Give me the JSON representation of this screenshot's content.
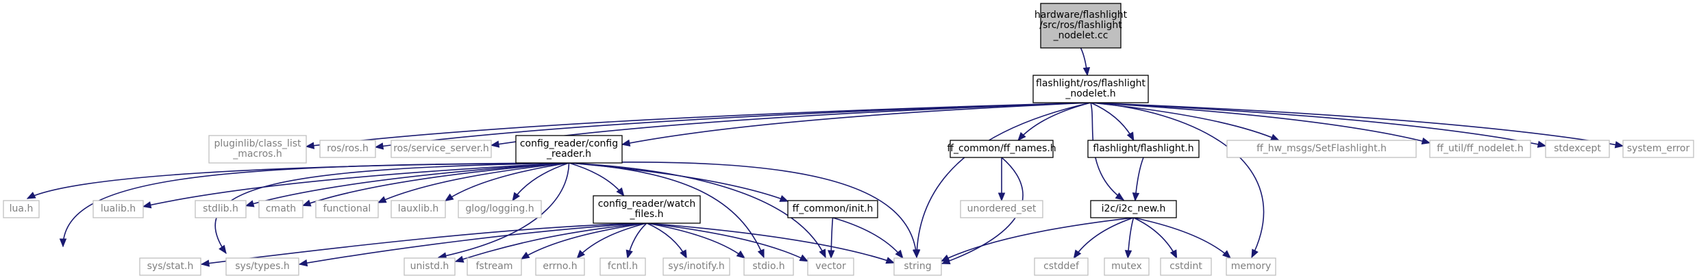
{
  "graph": {
    "nodes": [
      {
        "id": "root",
        "lines": [
          "hardware/flashlight",
          "/src/ros/flashlight",
          "_nodelet.cc"
        ],
        "kind": "root"
      },
      {
        "id": "nodelet_h",
        "lines": [
          "flashlight/ros/flashlight",
          "_nodelet.h"
        ],
        "kind": "primary"
      },
      {
        "id": "pluginlib",
        "lines": [
          "pluginlib/class_list",
          "_macros.h"
        ],
        "kind": "system"
      },
      {
        "id": "ros_h",
        "lines": [
          "ros/ros.h"
        ],
        "kind": "system"
      },
      {
        "id": "service_server",
        "lines": [
          "ros/service_server.h"
        ],
        "kind": "system"
      },
      {
        "id": "config_reader",
        "lines": [
          "config_reader/config",
          "_reader.h"
        ],
        "kind": "primary"
      },
      {
        "id": "ff_names",
        "lines": [
          "ff_common/ff_names.h"
        ],
        "kind": "primary"
      },
      {
        "id": "flashlight_h",
        "lines": [
          "flashlight/flashlight.h"
        ],
        "kind": "primary"
      },
      {
        "id": "set_flashlight",
        "lines": [
          "ff_hw_msgs/SetFlashlight.h"
        ],
        "kind": "system"
      },
      {
        "id": "ff_nodelet",
        "lines": [
          "ff_util/ff_nodelet.h"
        ],
        "kind": "system"
      },
      {
        "id": "stdexcept",
        "lines": [
          "stdexcept"
        ],
        "kind": "system"
      },
      {
        "id": "system_error",
        "lines": [
          "system_error"
        ],
        "kind": "system"
      },
      {
        "id": "lua_h",
        "lines": [
          "lua.h"
        ],
        "kind": "system"
      },
      {
        "id": "lualib_h",
        "lines": [
          "lualib.h"
        ],
        "kind": "system"
      },
      {
        "id": "stdlib_h",
        "lines": [
          "stdlib.h"
        ],
        "kind": "system"
      },
      {
        "id": "cmath",
        "lines": [
          "cmath"
        ],
        "kind": "system"
      },
      {
        "id": "functional",
        "lines": [
          "functional"
        ],
        "kind": "system"
      },
      {
        "id": "lauxlib_h",
        "lines": [
          "lauxlib.h"
        ],
        "kind": "system"
      },
      {
        "id": "glog",
        "lines": [
          "glog/logging.h"
        ],
        "kind": "system"
      },
      {
        "id": "watch_files",
        "lines": [
          "config_reader/watch",
          "_files.h"
        ],
        "kind": "primary"
      },
      {
        "id": "init_h",
        "lines": [
          "ff_common/init.h"
        ],
        "kind": "primary"
      },
      {
        "id": "unordered_set",
        "lines": [
          "unordered_set"
        ],
        "kind": "system"
      },
      {
        "id": "i2c_new",
        "lines": [
          "i2c/i2c_new.h"
        ],
        "kind": "primary"
      },
      {
        "id": "sys_stat",
        "lines": [
          "sys/stat.h"
        ],
        "kind": "system"
      },
      {
        "id": "sys_types",
        "lines": [
          "sys/types.h"
        ],
        "kind": "system"
      },
      {
        "id": "unistd_h",
        "lines": [
          "unistd.h"
        ],
        "kind": "system"
      },
      {
        "id": "fstream",
        "lines": [
          "fstream"
        ],
        "kind": "system"
      },
      {
        "id": "errno_h",
        "lines": [
          "errno.h"
        ],
        "kind": "system"
      },
      {
        "id": "fcntl_h",
        "lines": [
          "fcntl.h"
        ],
        "kind": "system"
      },
      {
        "id": "sys_inotify",
        "lines": [
          "sys/inotify.h"
        ],
        "kind": "system"
      },
      {
        "id": "stdio_h",
        "lines": [
          "stdio.h"
        ],
        "kind": "system"
      },
      {
        "id": "vector",
        "lines": [
          "vector"
        ],
        "kind": "system"
      },
      {
        "id": "string",
        "lines": [
          "string"
        ],
        "kind": "system"
      },
      {
        "id": "cstddef",
        "lines": [
          "cstddef"
        ],
        "kind": "system"
      },
      {
        "id": "mutex",
        "lines": [
          "mutex"
        ],
        "kind": "system"
      },
      {
        "id": "cstdint",
        "lines": [
          "cstdint"
        ],
        "kind": "system"
      },
      {
        "id": "memory",
        "lines": [
          "memory"
        ],
        "kind": "system"
      }
    ],
    "edges": [
      [
        "root",
        "nodelet_h"
      ],
      [
        "nodelet_h",
        "pluginlib"
      ],
      [
        "nodelet_h",
        "ros_h"
      ],
      [
        "nodelet_h",
        "service_server"
      ],
      [
        "nodelet_h",
        "config_reader"
      ],
      [
        "nodelet_h",
        "ff_names"
      ],
      [
        "nodelet_h",
        "flashlight_h"
      ],
      [
        "nodelet_h",
        "set_flashlight"
      ],
      [
        "nodelet_h",
        "ff_nodelet"
      ],
      [
        "nodelet_h",
        "stdexcept"
      ],
      [
        "nodelet_h",
        "system_error"
      ],
      [
        "nodelet_h",
        "string"
      ],
      [
        "nodelet_h",
        "i2c_new"
      ],
      [
        "nodelet_h",
        "memory"
      ],
      [
        "config_reader",
        "lua_h"
      ],
      [
        "config_reader",
        "lualib_h"
      ],
      [
        "config_reader",
        "stdlib_h"
      ],
      [
        "config_reader",
        "cmath"
      ],
      [
        "config_reader",
        "functional"
      ],
      [
        "config_reader",
        "lauxlib_h"
      ],
      [
        "config_reader",
        "glog"
      ],
      [
        "config_reader",
        "watch_files"
      ],
      [
        "config_reader",
        "init_h"
      ],
      [
        "config_reader",
        "string"
      ],
      [
        "config_reader",
        "sys_stat"
      ],
      [
        "config_reader",
        "sys_types"
      ],
      [
        "config_reader",
        "unistd_h"
      ],
      [
        "config_reader",
        "stdio_h"
      ],
      [
        "config_reader",
        "vector"
      ],
      [
        "ff_names",
        "unordered_set"
      ],
      [
        "ff_names",
        "string"
      ],
      [
        "flashlight_h",
        "i2c_new"
      ],
      [
        "watch_files",
        "sys_stat"
      ],
      [
        "watch_files",
        "sys_types"
      ],
      [
        "watch_files",
        "unistd_h"
      ],
      [
        "watch_files",
        "fstream"
      ],
      [
        "watch_files",
        "errno_h"
      ],
      [
        "watch_files",
        "fcntl_h"
      ],
      [
        "watch_files",
        "sys_inotify"
      ],
      [
        "watch_files",
        "stdio_h"
      ],
      [
        "watch_files",
        "vector"
      ],
      [
        "watch_files",
        "string"
      ],
      [
        "init_h",
        "vector"
      ],
      [
        "init_h",
        "string"
      ],
      [
        "i2c_new",
        "string"
      ],
      [
        "i2c_new",
        "cstddef"
      ],
      [
        "i2c_new",
        "mutex"
      ],
      [
        "i2c_new",
        "cstdint"
      ],
      [
        "i2c_new",
        "memory"
      ]
    ]
  }
}
